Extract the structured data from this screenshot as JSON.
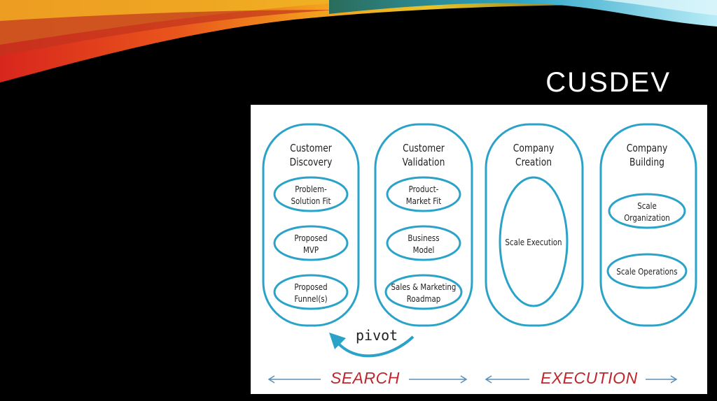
{
  "slide": {
    "title": "CUSDEV"
  },
  "diagram": {
    "accent_color": "#2ba3c9",
    "phase_color": "#c0272d",
    "columns": [
      {
        "title_line1": "Customer",
        "title_line2": "Discovery",
        "items": [
          {
            "line1": "Problem-",
            "line2": "Solution Fit"
          },
          {
            "line1": "Proposed",
            "line2": "MVP"
          },
          {
            "line1": "Proposed",
            "line2": "Funnel(s)"
          }
        ]
      },
      {
        "title_line1": "Customer",
        "title_line2": "Validation",
        "items": [
          {
            "line1": "Product-",
            "line2": "Market Fit"
          },
          {
            "line1": "Business",
            "line2": "Model"
          },
          {
            "line1": "Sales & Marketing",
            "line2": "Roadmap"
          }
        ]
      },
      {
        "title_line1": "Company",
        "title_line2": "Creation",
        "items": [
          {
            "line1": "Scale Execution"
          }
        ]
      },
      {
        "title_line1": "Company",
        "title_line2": "Building",
        "items": [
          {
            "line1": "Scale",
            "line2": "Organization"
          },
          {
            "line1": "Scale Operations"
          }
        ]
      }
    ],
    "pivot_label": "pivot",
    "phases": {
      "search": "SEARCH",
      "execution": "EXECUTION"
    }
  }
}
